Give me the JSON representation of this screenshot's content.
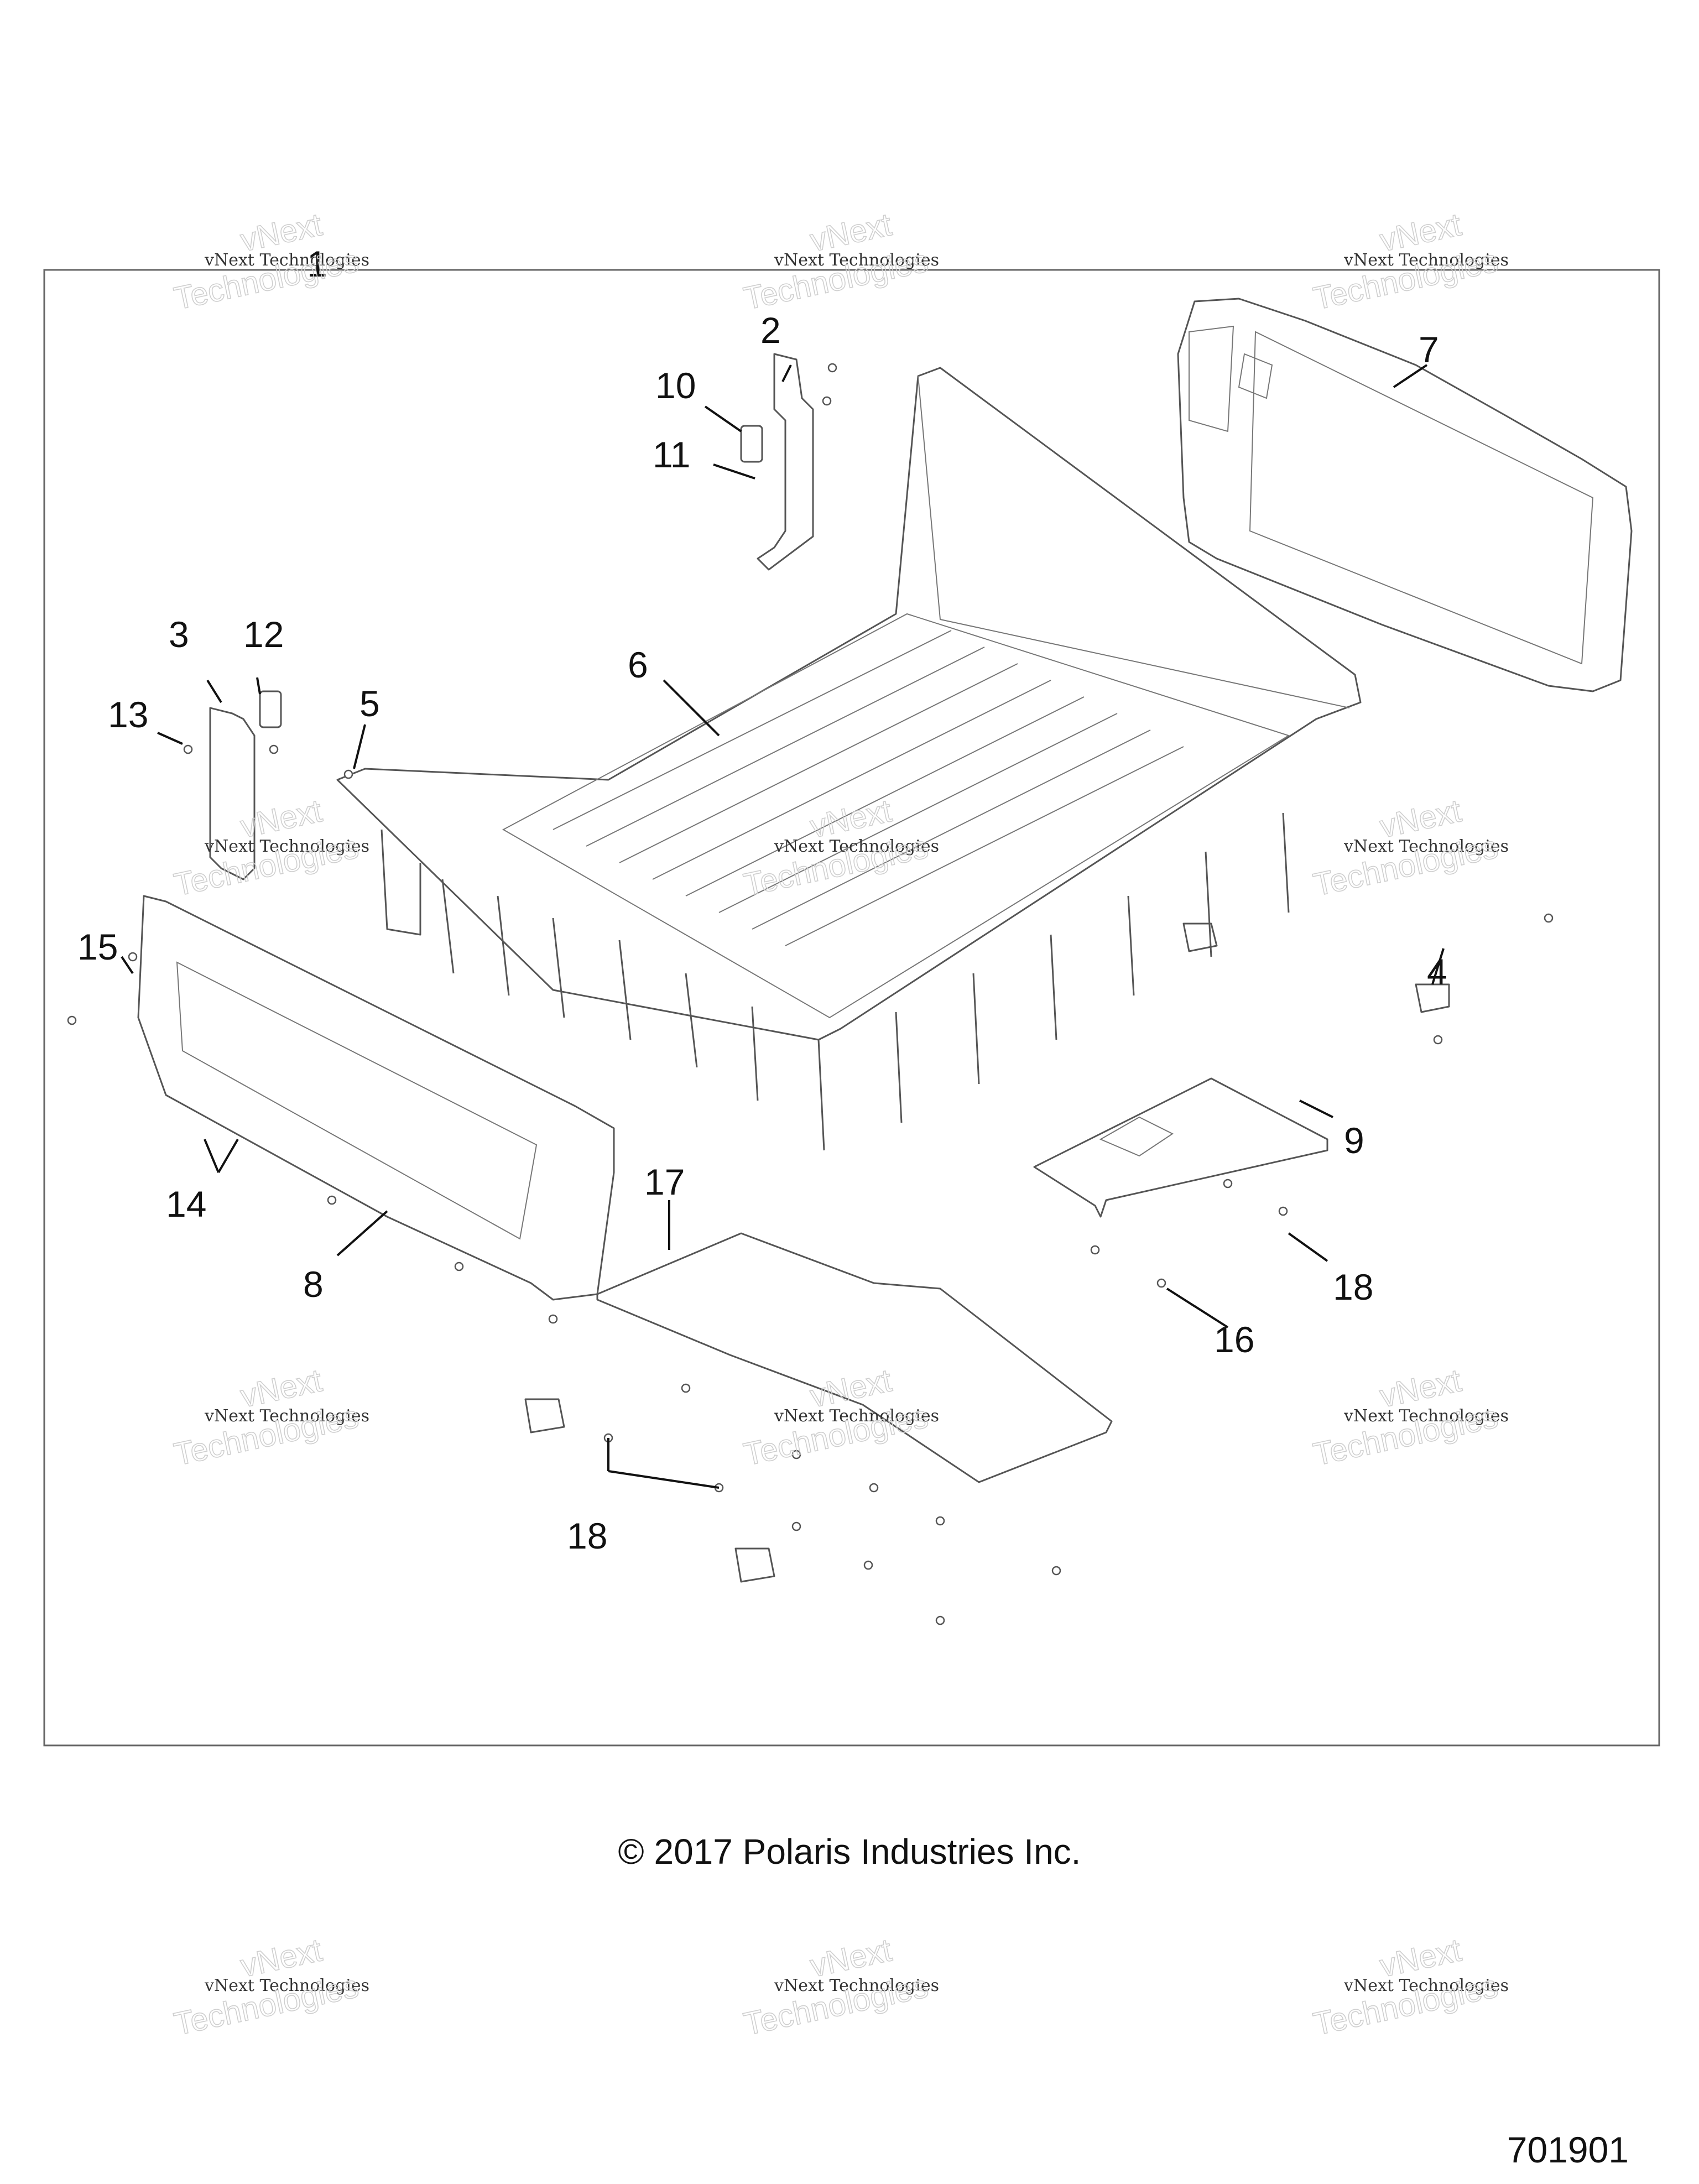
{
  "callouts": [
    {
      "id": "1",
      "text": "1"
    },
    {
      "id": "2",
      "text": "2"
    },
    {
      "id": "3",
      "text": "3"
    },
    {
      "id": "4",
      "text": "4"
    },
    {
      "id": "5",
      "text": "5"
    },
    {
      "id": "6",
      "text": "6"
    },
    {
      "id": "7",
      "text": "7"
    },
    {
      "id": "8",
      "text": "8"
    },
    {
      "id": "9",
      "text": "9"
    },
    {
      "id": "10",
      "text": "10"
    },
    {
      "id": "11",
      "text": "11"
    },
    {
      "id": "12",
      "text": "12"
    },
    {
      "id": "13",
      "text": "13"
    },
    {
      "id": "14",
      "text": "14"
    },
    {
      "id": "15",
      "text": "15"
    },
    {
      "id": "16",
      "text": "16"
    },
    {
      "id": "17",
      "text": "17"
    },
    {
      "id": "18a",
      "text": "18"
    },
    {
      "id": "18b",
      "text": "18"
    }
  ],
  "watermark": {
    "line1": "vNext Technologies",
    "line2a": "vNext",
    "line2b": "Technologies"
  },
  "copyright": "© 2017 Polaris Industries Inc.",
  "doc_number": "701901"
}
